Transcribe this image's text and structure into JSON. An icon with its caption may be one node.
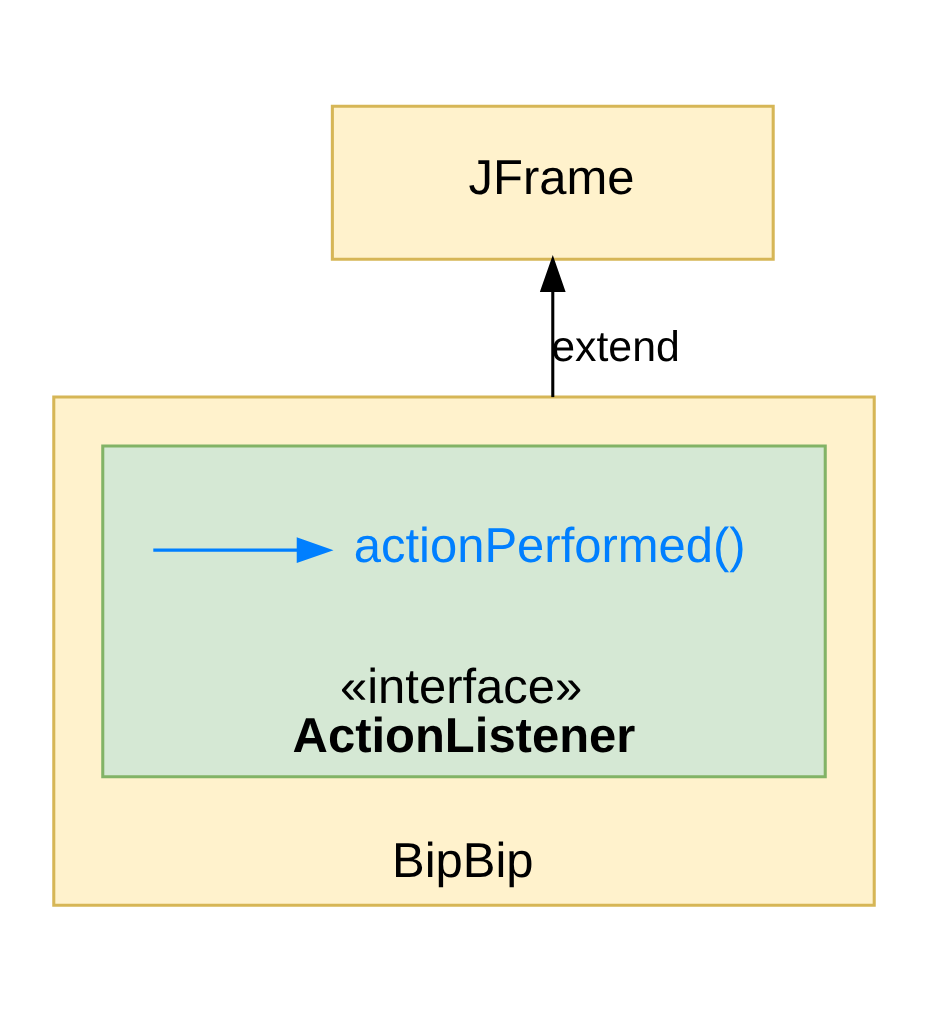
{
  "diagram": {
    "nodes": [
      {
        "text": [
          "JFrame"
        ]
      },
      {
        "text": [
          "BipBip"
        ]
      },
      {
        "text": [
          "«interface»",
          "ActionListener"
        ],
        "in": 1
      },
      {
        "text": [
          "actionPerformed()"
        ],
        "in": 2
      }
    ],
    "edges": [
      {
        "from": 1,
        "to": 0,
        "arrow": "to",
        "label": "extend"
      },
      {
        "from": null,
        "to": 3,
        "arrow": "to",
        "color": "#007fff"
      }
    ]
  }
}
